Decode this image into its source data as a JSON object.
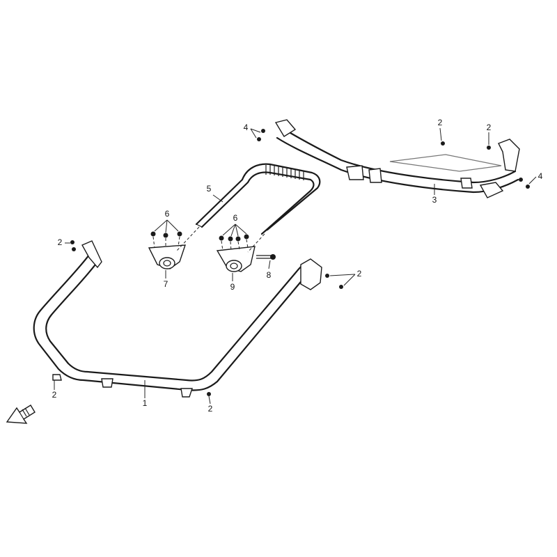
{
  "callouts": {
    "c1": "1",
    "c2a": "2",
    "c2b": "2",
    "c2c": "2",
    "c2d": "2",
    "c2e": "2",
    "c2f": "2",
    "c3": "3",
    "c4a": "4",
    "c4b": "4",
    "c5": "5",
    "c6a": "6",
    "c6b": "6",
    "c7": "7",
    "c8": "8",
    "c9": "9"
  },
  "icons": {
    "direction_arrow": "front-direction-arrow-icon"
  }
}
